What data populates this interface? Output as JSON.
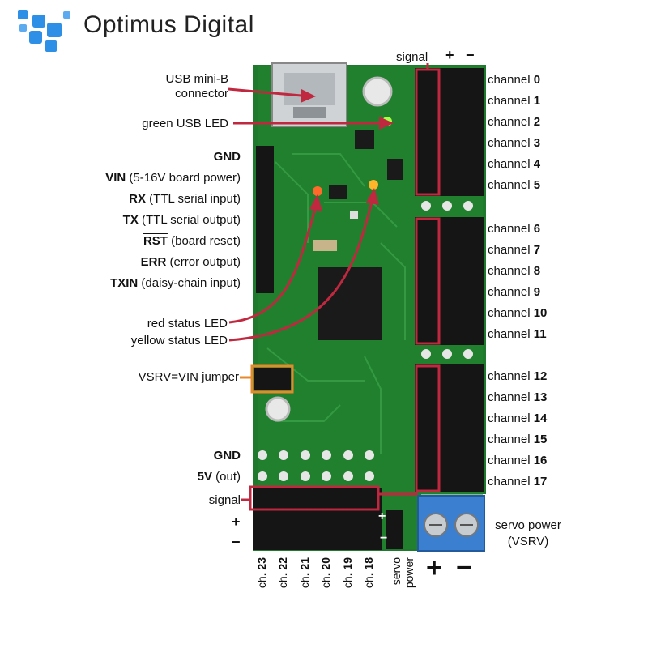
{
  "brand": {
    "name": "Optimus Digital"
  },
  "header": {
    "signal": "signal",
    "plus": "+",
    "minus": "−"
  },
  "left_labels": {
    "usb_line1": "USB mini-B",
    "usb_line2": "connector",
    "green_led": "green USB LED",
    "gnd": "GND",
    "vin_b": "VIN",
    "vin_rest": " (5-16V board power)",
    "rx_b": "RX",
    "rx_rest": " (TTL serial input)",
    "tx_b": "TX",
    "tx_rest": " (TTL serial output)",
    "rst_b": "RST",
    "rst_rest": " (board reset)",
    "err_b": "ERR",
    "err_rest": " (error output)",
    "txin_b": "TXIN",
    "txin_rest": " (daisy-chain input)",
    "red_led": "red status LED",
    "yellow_led": "yellow status LED",
    "jumper": "VSRV=VIN jumper",
    "gnd2": "GND",
    "fivev_b": "5V",
    "fivev_rest": " (out)",
    "signal": "signal",
    "plus": "+",
    "minus": "−"
  },
  "channels": [
    {
      "pre": "channel ",
      "num": "0"
    },
    {
      "pre": "channel ",
      "num": "1"
    },
    {
      "pre": "channel ",
      "num": "2"
    },
    {
      "pre": "channel ",
      "num": "3"
    },
    {
      "pre": "channel ",
      "num": "4"
    },
    {
      "pre": "channel ",
      "num": "5"
    },
    {
      "pre": "channel ",
      "num": "6"
    },
    {
      "pre": "channel ",
      "num": "7"
    },
    {
      "pre": "channel ",
      "num": "8"
    },
    {
      "pre": "channel ",
      "num": "9"
    },
    {
      "pre": "channel ",
      "num": "10"
    },
    {
      "pre": "channel ",
      "num": "11"
    },
    {
      "pre": "channel ",
      "num": "12"
    },
    {
      "pre": "channel ",
      "num": "13"
    },
    {
      "pre": "channel ",
      "num": "14"
    },
    {
      "pre": "channel ",
      "num": "15"
    },
    {
      "pre": "channel ",
      "num": "16"
    },
    {
      "pre": "channel ",
      "num": "17"
    }
  ],
  "bottom_channels": [
    {
      "pre": "ch. ",
      "num": "23"
    },
    {
      "pre": "ch. ",
      "num": "22"
    },
    {
      "pre": "ch. ",
      "num": "21"
    },
    {
      "pre": "ch. ",
      "num": "20"
    },
    {
      "pre": "ch. ",
      "num": "19"
    },
    {
      "pre": "ch. ",
      "num": "18"
    }
  ],
  "servo": {
    "line1": "servo power",
    "line2": "(VSRV)",
    "vert_line1": "servo",
    "vert_line2": "power",
    "plus": "+",
    "minus": "−",
    "board_plus": "+",
    "board_minus": "−"
  },
  "colors": {
    "board": "#1f7a2e",
    "highlight": "#c0283f",
    "jumper_box": "#e58a2c",
    "terminal": "#3a7fd0",
    "logo": "#2d8fe6"
  }
}
